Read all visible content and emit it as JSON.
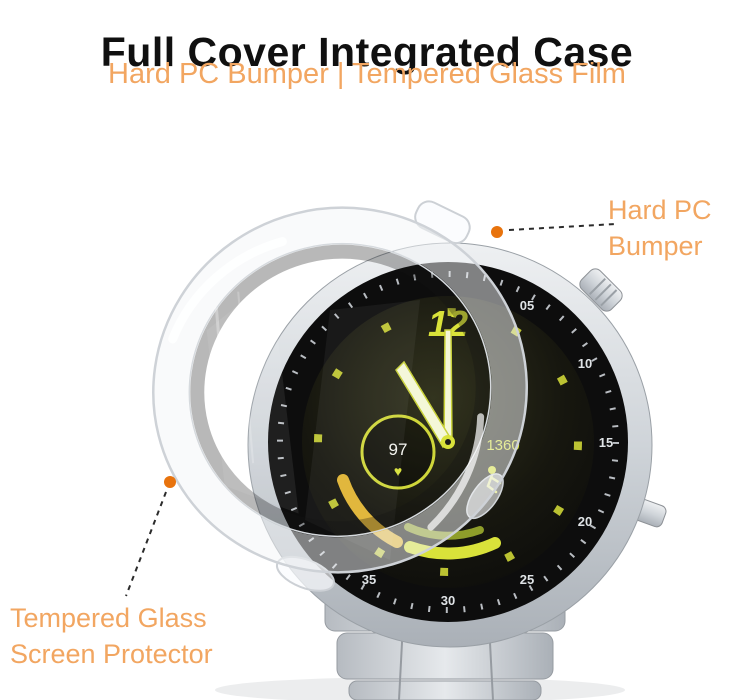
{
  "title": "Full Cover Integrated Case",
  "subtitle": "Hard PC Bumper | Tempered Glass Film",
  "annotations": {
    "hard_pc_line1": "Hard PC",
    "hard_pc_line2": "Bumper",
    "glass_line1": "Tempered Glass",
    "glass_line2": "Screen Protector"
  },
  "watch": {
    "dial_numeral_12": "12",
    "battery_percent": "97",
    "heart_icon": "♥",
    "step_count": "1360",
    "bezel_numbers": [
      "05",
      "10",
      "15",
      "20",
      "25",
      "30",
      "35"
    ]
  },
  "colors": {
    "accent_orange": "#F2A661",
    "callout_dot_orange": "#E8730D",
    "dial_yellow": "#D9E23A",
    "title_black": "#101010"
  }
}
